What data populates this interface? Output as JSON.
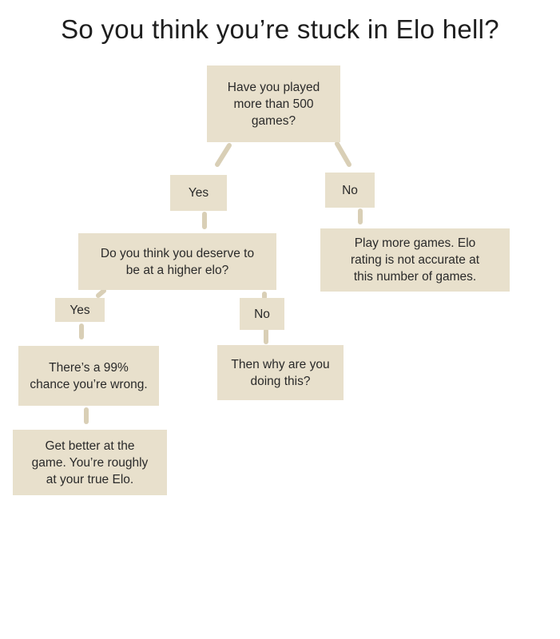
{
  "title": "So you think you’re stuck in Elo hell?",
  "nodes": {
    "q1": "Have you played\nmore than 500\ngames?",
    "yes1": "Yes",
    "no1": "No",
    "play_more": "Play more games. Elo\nrating is not accurate at\nthis number of games.",
    "q2": "Do you think you deserve to\nbe at a higher elo?",
    "yes2": "Yes",
    "no2": "No",
    "ninety_nine": "There’s a 99%\nchance you’re wrong.",
    "why": "Then why are you\ndoing this?",
    "get_better": "Get better at the\ngame. You’re roughly\nat your true Elo."
  },
  "colors": {
    "box": "#e8e0cc",
    "connector": "#d9cfb6",
    "text": "#2a2a2a"
  }
}
